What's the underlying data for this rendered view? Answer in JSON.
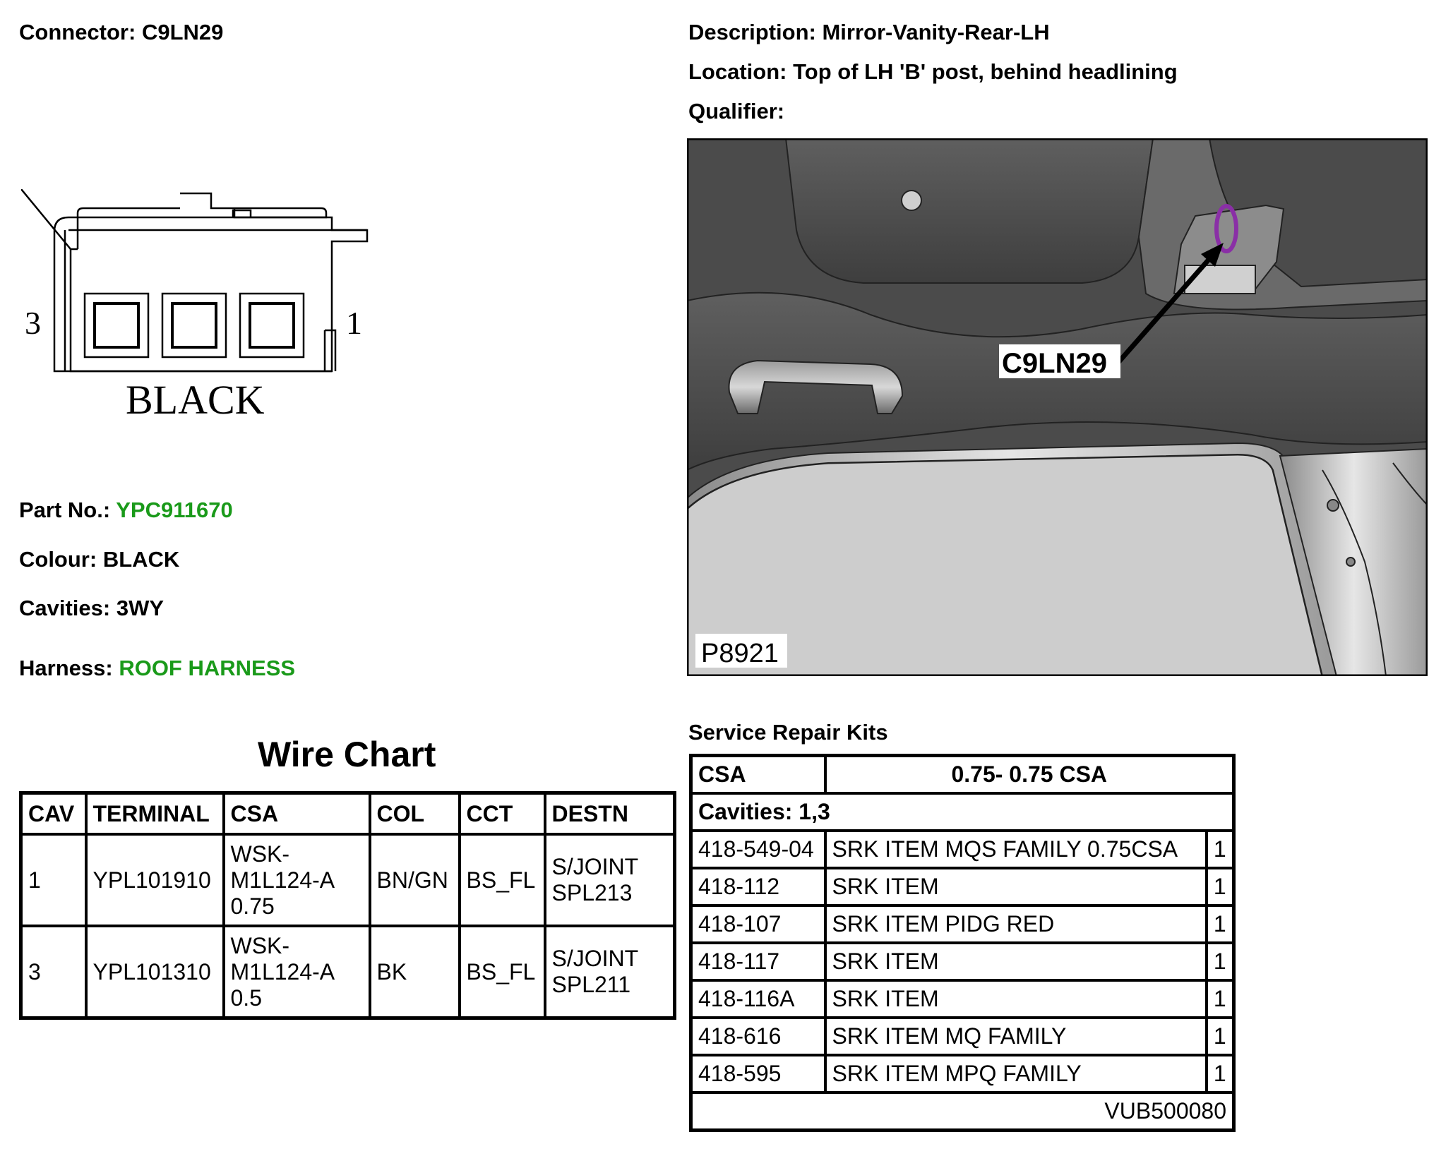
{
  "connector": {
    "label": "Connector:",
    "value": "C9LN29"
  },
  "description": {
    "label": "Description:",
    "value": "Mirror-Vanity-Rear-LH"
  },
  "location": {
    "label": "Location:",
    "value": "Top of LH 'B' post, behind headlining"
  },
  "qualifier": {
    "label": "Qualifier:",
    "value": ""
  },
  "drawing": {
    "pin_left": "3",
    "pin_right": "1",
    "colour_text": "BLACK"
  },
  "part_no": {
    "label": "Part No.:",
    "value": "YPC911670"
  },
  "colour": {
    "label": "Colour:",
    "value": "BLACK"
  },
  "cavities": {
    "label": "Cavities:",
    "value": "3WY"
  },
  "harness": {
    "label": "Harness:",
    "value": "ROOF HARNESS"
  },
  "photo": {
    "callout": "C9LN29",
    "ref": "P8921"
  },
  "wire_chart": {
    "title": "Wire Chart",
    "headers": [
      "CAV",
      "TERMINAL",
      "CSA",
      "COL",
      "CCT",
      "DESTN"
    ],
    "rows": [
      {
        "cav": "1",
        "terminal": "YPL101910",
        "csa": [
          "WSK-",
          "M1L124-A",
          "0.75"
        ],
        "col": "BN/GN",
        "cct": "BS_FL",
        "destn": [
          "S/JOINT",
          "SPL213"
        ]
      },
      {
        "cav": "3",
        "terminal": "YPL101310",
        "csa": [
          "WSK-",
          "M1L124-A",
          "0.5"
        ],
        "col": "BK",
        "cct": "BS_FL",
        "destn": [
          "S/JOINT",
          "SPL211"
        ]
      }
    ]
  },
  "srk": {
    "title": "Service Repair Kits",
    "header_label": "CSA",
    "header_value": "0.75- 0.75 CSA",
    "cavities": "Cavities: 1,3",
    "items": [
      {
        "code": "418-549-04",
        "desc": "SRK ITEM MQS FAMILY 0.75CSA",
        "qty": "1"
      },
      {
        "code": "418-112",
        "desc": "SRK ITEM",
        "qty": "1"
      },
      {
        "code": "418-107",
        "desc": "SRK ITEM PIDG RED",
        "qty": "1"
      },
      {
        "code": "418-117",
        "desc": "SRK ITEM",
        "qty": "1"
      },
      {
        "code": "418-116A",
        "desc": "SRK ITEM",
        "qty": "1"
      },
      {
        "code": "418-616",
        "desc": "SRK ITEM MQ FAMILY",
        "qty": "1"
      },
      {
        "code": "418-595",
        "desc": "SRK ITEM MPQ FAMILY",
        "qty": "1"
      }
    ],
    "footer_ref": "VUB500080"
  }
}
